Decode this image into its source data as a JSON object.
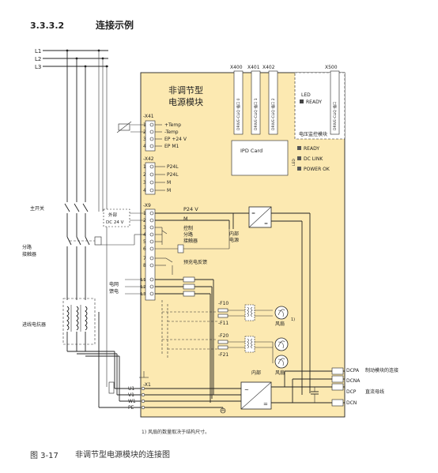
{
  "section": {
    "number": "3.3.3.2",
    "title": "连接示例"
  },
  "module": {
    "title_line1": "非调节型",
    "title_line2": "电源模块"
  },
  "mains": [
    "L1",
    "L2",
    "L3"
  ],
  "left_labels": {
    "main_switch": "主开关",
    "contactor_1": "分路",
    "contactor_2": "接触器",
    "reactor": "进线电抗器"
  },
  "connectors": {
    "x400": "X400",
    "x401": "X401",
    "x402": "X402",
    "x500": "X500",
    "drive_cliq_0": "DRIVE-CLiQ 插口 0",
    "drive_cliq_1": "DRIVE-CLiQ 插口 1",
    "drive_cliq_2": "DRIVE-CLiQ 插口 2",
    "drive_cliq_x500": "DRIVE-CLiQ 插口"
  },
  "monitor": {
    "led": "LED",
    "ready": "READY",
    "caption": "电压监控模块"
  },
  "ipd_card": "IPD Card",
  "leds": {
    "side_label": "LED",
    "ready": "READY",
    "dc_link": "DC LINK",
    "power_ok": "POWER OK"
  },
  "x41": {
    "label": "-X41",
    "pins": [
      "1",
      "2",
      "3",
      "4"
    ],
    "signals": [
      "+Temp",
      "-Temp",
      "EP +24 V",
      "EP M1"
    ]
  },
  "x42": {
    "label": "-X42",
    "pins": [
      "1",
      "2",
      "3",
      "4"
    ],
    "signals": [
      "P24L",
      "P24L",
      "M",
      "M"
    ]
  },
  "x9": {
    "label": "-X9",
    "pins": [
      "1",
      "2",
      "3",
      "4",
      "5",
      "6",
      "7",
      "8",
      "L1",
      "L2",
      "L3"
    ]
  },
  "ext_supply": {
    "line1": "外部",
    "line2": "DC 24 V"
  },
  "inner": {
    "p24v": "P24 V",
    "m": "M",
    "ctrl1": "控制",
    "ctrl2": "分路",
    "ctrl3": "接触器",
    "internal_supply1": "内部",
    "internal_supply2": "电源",
    "precharge": "预充电反馈",
    "mains_supply1": "电网",
    "mains_supply2": "馈电",
    "fan": "风扇",
    "fan_note": "1)",
    "internal": "内部",
    "f10": "-F10",
    "f11": "-F11",
    "f20": "-F20",
    "f21": "-F21"
  },
  "x1": {
    "label": "-X1",
    "terminals": [
      "U1",
      "V1",
      "W1",
      "PE"
    ]
  },
  "dc_terminals": {
    "dcpa": "DCPA",
    "dcna": "DCNA",
    "dcp": "DCP",
    "dcn": "DCN",
    "brake_label": "制动模块的连接",
    "dc_bus_label": "直流母线"
  },
  "footnote": "1) 风扇的数量取决于结构尺寸。",
  "caption": {
    "number": "图 3-17",
    "title": "非调节型电源模块的连接图"
  },
  "colors": {
    "module_fill": "#fce9b1",
    "line": "#222222"
  }
}
